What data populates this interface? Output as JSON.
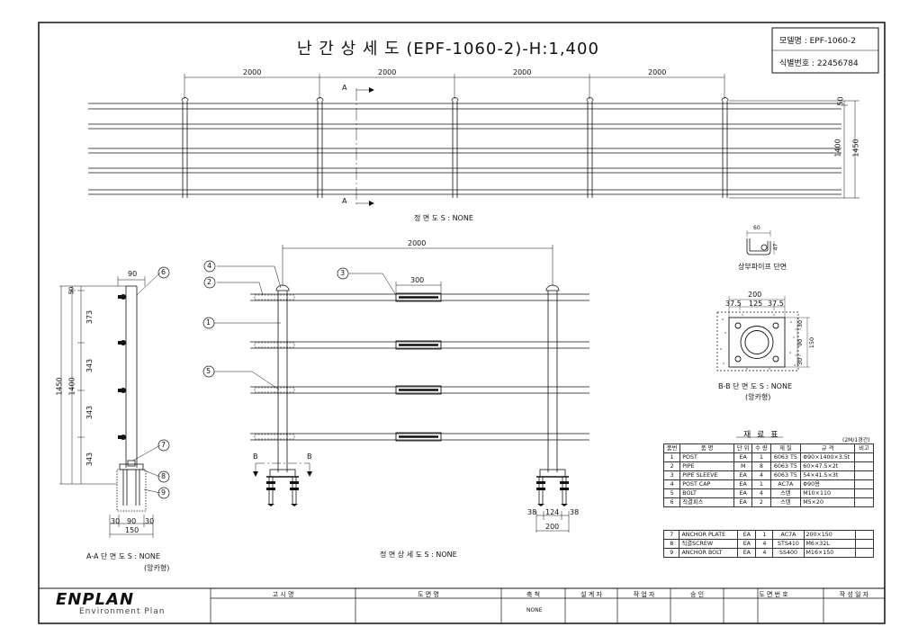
{
  "title": "난 간 상 세 도 (EPF-1060-2)-H:1,400",
  "info_box": {
    "model_label": "모델명 : EPF-1060-2",
    "id_label": "식별번호 : 22456784"
  },
  "front_view": {
    "spans": [
      "2000",
      "2000",
      "2000",
      "2000"
    ],
    "dim_50": "50",
    "dim_1400": "1400",
    "dim_1450": "1450",
    "section_a": "A",
    "caption": "정 면 도 S : NONE"
  },
  "detail_view": {
    "span": "2000",
    "sleeve": "300",
    "callouts": [
      "1",
      "2",
      "3",
      "4",
      "5"
    ],
    "section_b": "B",
    "base_dims": [
      "38",
      "124",
      "38"
    ],
    "base_total": "200",
    "caption": "정 면 상 세 도 S : NONE"
  },
  "section_aa": {
    "top_width": "90",
    "dims": [
      "50",
      "373",
      "343",
      "343",
      "343"
    ],
    "dim_1400": "1400",
    "dim_1450": "1450",
    "callouts": [
      "6",
      "7",
      "8",
      "9"
    ],
    "base_dims": [
      "30",
      "90",
      "30"
    ],
    "base_total": "150",
    "caption": "A-A 단 면 도 S : NONE",
    "subcaption": "(앙카형)"
  },
  "top_pipe": {
    "dim_60": "60",
    "dim_47": "47",
    "caption": "상부파이프 단면"
  },
  "section_bb": {
    "width": "200",
    "dims": [
      "37.5",
      "125",
      "37.5"
    ],
    "side_dims": [
      "30",
      "90",
      "30"
    ],
    "side_total": "150",
    "caption": "B-B 단 면 도 S : NONE",
    "subcaption": "(앙카형)"
  },
  "bom": {
    "title": "재 료 표",
    "note": "(2M/1경간)",
    "headers": [
      "품번",
      "품 명",
      "단 위",
      "수 량",
      "재 질",
      "규 격",
      "비고"
    ],
    "rows": [
      [
        "1",
        "POST",
        "EA",
        "1",
        "6063 T5",
        "Φ90×1400×3.5t",
        ""
      ],
      [
        "2",
        "PIPE",
        "M",
        "8",
        "6063 T5",
        "60×47.5×2t",
        ""
      ],
      [
        "3",
        "PIPE SLEEVE",
        "EA",
        "4",
        "6063 T5",
        "54×41.5×3t",
        ""
      ],
      [
        "4",
        "POST CAP",
        "EA",
        "1",
        "AC7A",
        "Φ90용",
        ""
      ],
      [
        "5",
        "BOLT",
        "EA",
        "4",
        "스텐",
        "M10×110",
        ""
      ],
      [
        "6",
        "직결피스",
        "EA",
        "2",
        "스텐",
        "M5×20",
        ""
      ]
    ],
    "rows2": [
      [
        "7",
        "ANCHOR PLATE",
        "EA",
        "1",
        "AC7A",
        "200×150",
        ""
      ],
      [
        "8",
        "직결SCREW",
        "EA",
        "4",
        "STS410",
        "M6×32L",
        ""
      ],
      [
        "9",
        "ANCHOR BOLT",
        "EA",
        "4",
        "SS400",
        "M16×150",
        ""
      ]
    ]
  },
  "title_block": {
    "logo": "ENPLAN",
    "logo_sub": "Environment Plan",
    "headers": [
      "고 시 명",
      "도 면 명",
      "축 척",
      "설 계 자",
      "작 업 자",
      "승 인",
      "도 면 번 호",
      "작 성 일 자"
    ],
    "scale_value": "NONE"
  }
}
